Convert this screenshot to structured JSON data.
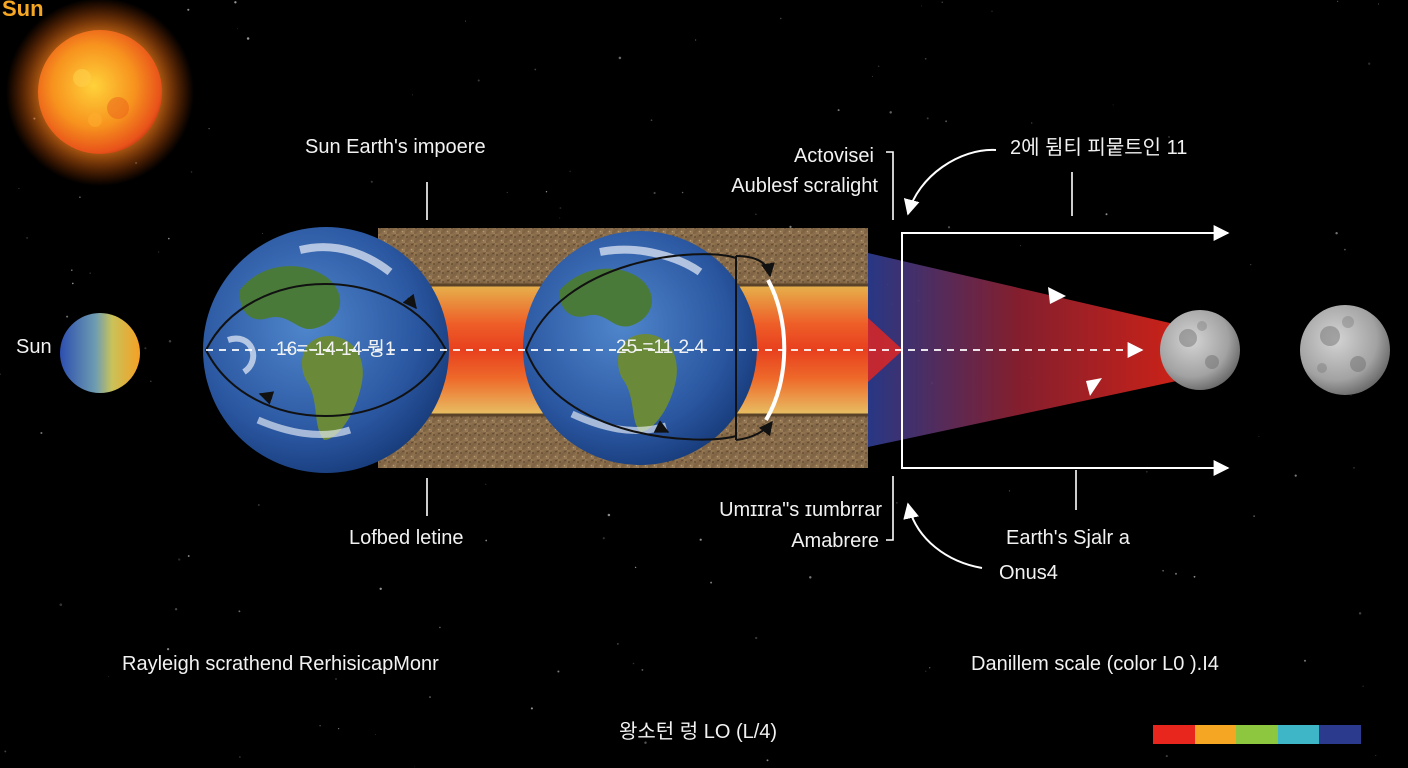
{
  "labels": {
    "sun_title": "Sun",
    "sun_small": "Sun",
    "top_center": "Sun Earth's impoere",
    "top_right_1": "Actovisei",
    "top_right_2": "Aublesf scralight",
    "top_far_right": "2에 뒴티 피뭍트인  11",
    "earth1_measure": "16=-14  14  뭥1",
    "earth2_measure": "25 =11  2 4",
    "bottom_left": "Lofbed letine",
    "bottom_mid_1": "Umɪɪra\"s ɪumbrrar",
    "bottom_mid_2": "Amabrere",
    "bottom_right_1": "Earth's Sjalr a",
    "bottom_right_2": "Onus4",
    "caption_left": "Rayleigh scrathend RerhisicapMonr",
    "caption_right": "Danillem scale (color L0 ).I4",
    "caption_bottom": "왕소턴 렁 LO (L/4)"
  },
  "scale_colors": [
    "#e8261e",
    "#f5a623",
    "#8dc63f",
    "#3fb5c8",
    "#2b3a8c"
  ],
  "colors": {
    "background": "#000000",
    "sun_label": "#f5a623",
    "soil": "#8a6e4e",
    "shadow_red": "#d8231a",
    "shadow_blue": "#2a3a8c",
    "ocean": "#2f5da8",
    "moon": "#9a9a9a"
  },
  "icons": [
    "sun-icon",
    "earth-globe-icon",
    "moon-icon",
    "arrow-icon"
  ]
}
